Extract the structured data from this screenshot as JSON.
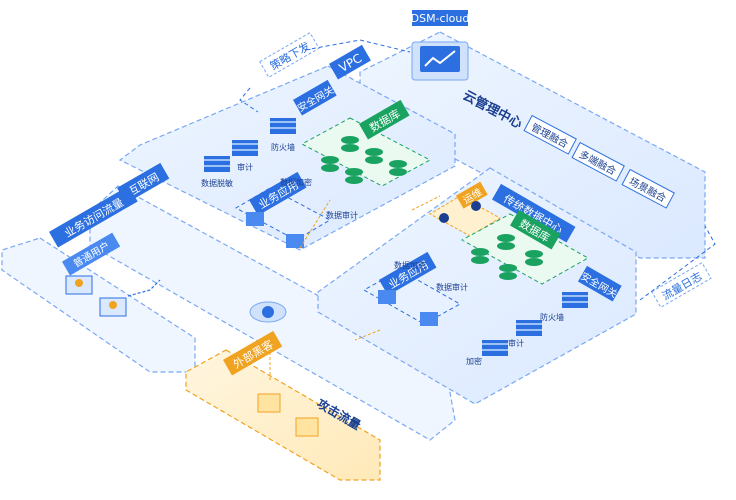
{
  "labels": {
    "dsm_cloud": "DSM-cloud",
    "cloud_mgmt_center": "云管理中心",
    "mgmt_fusion": "管理融合",
    "multi_fusion": "多端融合",
    "scene_fusion": "场景融合",
    "vpc": "VPC",
    "policy_dispatch": "策略下发",
    "security_gateway": "安全网关",
    "database": "数据库",
    "business_app": "业务应用",
    "internet": "互联网",
    "business_traffic": "业务访问流量",
    "normal_user": "普通用户",
    "external_hacker": "外部黑客",
    "attack_traffic": "攻击流量",
    "traditional_dc": "传统数据中心",
    "ops": "运维",
    "traffic_log": "流量日志",
    "firewall": "防火墙",
    "audit": "审计",
    "encrypt": "加密",
    "data_desensitize": "数据脱敏",
    "data_encrypt": "数据加密",
    "data_audit": "数据审计"
  },
  "colors": {
    "primary_blue": "#2b6fe0",
    "light_blue": "#e3efff",
    "green": "#1aa260",
    "orange": "#f0a320"
  }
}
